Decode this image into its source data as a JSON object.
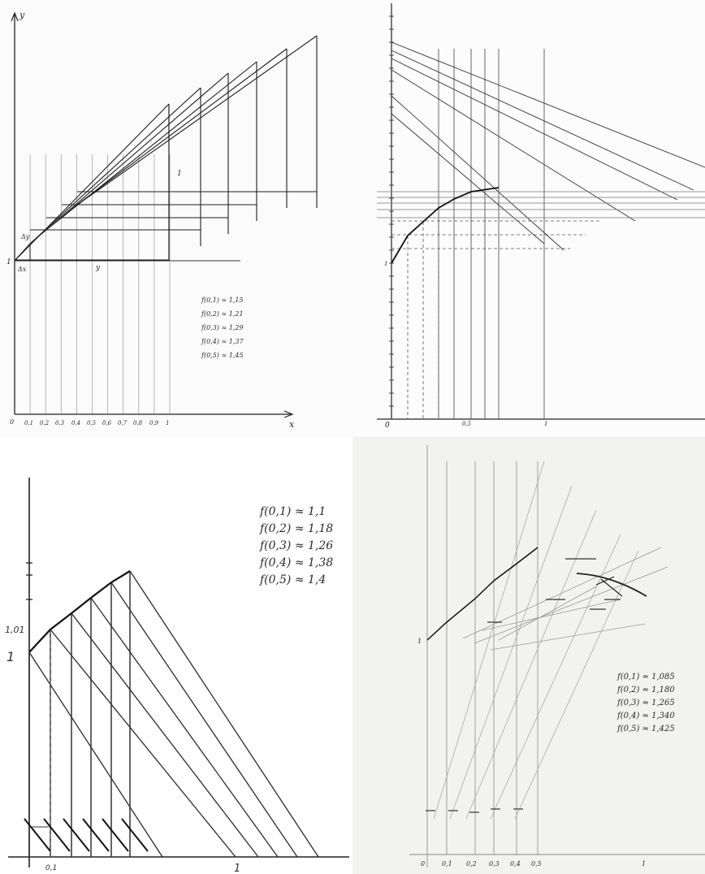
{
  "panel1": {
    "y_axis_label": "y",
    "x_axis_label": "x",
    "origin_label": "0",
    "y_start_label": "1",
    "dx_label": "Δx",
    "dy_label": "Δy",
    "y_label_mid": "y",
    "step_label": "1",
    "x_ticks": [
      "0,1",
      "0,2",
      "0,3",
      "0,4",
      "0,5",
      "0,6",
      "0,7",
      "0,8",
      "0,9",
      "1"
    ],
    "formulas": [
      "f(0,1) ≈ 1,15",
      "f(0,2) ≈ 1,21",
      "f(0,3) ≈ 1,29",
      "f(0,4) ≈ 1,37",
      "f(0,5) ≈ 1,45"
    ]
  },
  "panel2": {
    "origin_label": "0",
    "x_ticks": [
      "0,5",
      "1"
    ],
    "y_tick_label": "1"
  },
  "panel3": {
    "y_labels": [
      "1,01",
      "1"
    ],
    "x_ticks": [
      "0,1",
      "1"
    ],
    "formulas": [
      "f(0,1) ≈ 1,1",
      "f(0,2) ≈ 1,18",
      "f(0,3) ≈ 1,26",
      "f(0,4) ≈ 1,38",
      "f(0,5) ≈ 1,4"
    ]
  },
  "panel4": {
    "y_label": "1",
    "x_ticks": [
      "0",
      "0,1",
      "0,2",
      "0,3",
      "0,4",
      "0,5",
      "1"
    ],
    "formulas": [
      "f(0,1) ≈ 1,085",
      "f(0,2) ≈ 1,180",
      "f(0,3) ≈ 1,265",
      "f(0,4) ≈ 1,340",
      "f(0,5) ≈ 1,425"
    ]
  }
}
